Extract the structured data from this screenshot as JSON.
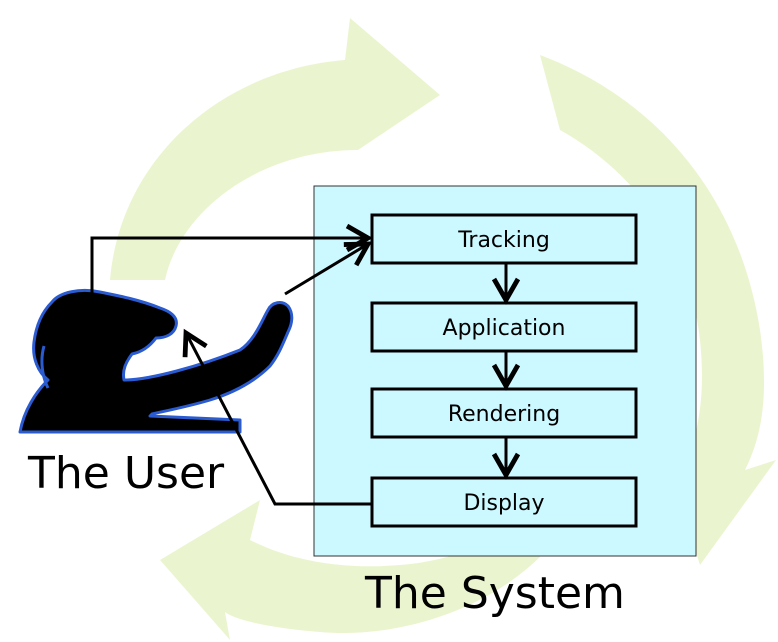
{
  "diagram": {
    "stages": [
      {
        "label": "Tracking"
      },
      {
        "label": "Application"
      },
      {
        "label": "Rendering"
      },
      {
        "label": "Display"
      }
    ],
    "user_label": "The User",
    "system_label": "The System",
    "colors": {
      "cycle_arrows": "#eaf5cf",
      "system_panel": "#ccf8ff",
      "stage_box": "#ccf8ff",
      "silhouette": "#000000",
      "silhouette_outline": "#2a5bd0",
      "arrows": "#000000"
    }
  }
}
